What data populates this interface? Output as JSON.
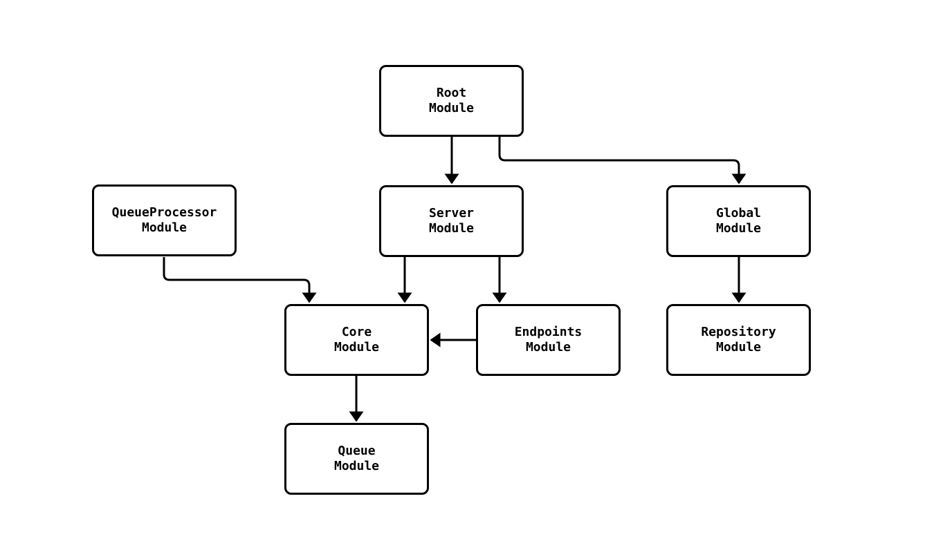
{
  "diagram": {
    "type": "module-dependency-flowchart",
    "background_color": "#ffffff",
    "node_border_color": "#000000",
    "node_fill_color": "#ffffff",
    "edge_color": "#000000",
    "text_color": "#000000",
    "nodes": [
      {
        "id": "root",
        "label": "Root\nModule"
      },
      {
        "id": "server",
        "label": "Server\nModule"
      },
      {
        "id": "global",
        "label": "Global\nModule"
      },
      {
        "id": "queueprocessor",
        "label": "QueueProcessor\nModule"
      },
      {
        "id": "core",
        "label": "Core\nModule"
      },
      {
        "id": "endpoints",
        "label": "Endpoints\nModule"
      },
      {
        "id": "repository",
        "label": "Repository\nModule"
      },
      {
        "id": "queue",
        "label": "Queue\nModule"
      }
    ],
    "edges": [
      {
        "from": "Root Module",
        "to": "Server Module"
      },
      {
        "from": "Root Module",
        "to": "Global Module"
      },
      {
        "from": "QueueProcessor Module",
        "to": "Core Module"
      },
      {
        "from": "Server Module",
        "to": "Core Module"
      },
      {
        "from": "Server Module",
        "to": "Endpoints Module"
      },
      {
        "from": "Endpoints Module",
        "to": "Core Module"
      },
      {
        "from": "Global Module",
        "to": "Repository Module"
      },
      {
        "from": "Core Module",
        "to": "Queue Module"
      }
    ]
  }
}
